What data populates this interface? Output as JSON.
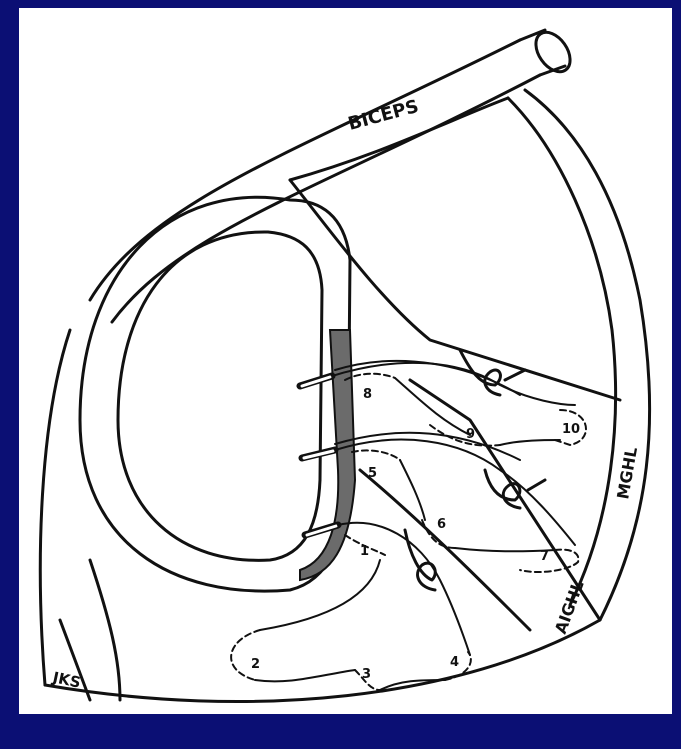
{
  "labels": {
    "biceps": "BICEPS",
    "mghl": "MGHL",
    "aighl": "AIGHL",
    "signature": "JKS"
  },
  "suture_numbers": [
    "1",
    "2",
    "3",
    "4",
    "5",
    "6",
    "7",
    "8",
    "9",
    "10"
  ],
  "colors": {
    "background": "#0b0f74",
    "paper": "#ffffff",
    "ink": "#111111",
    "labrum_shade": "#6b6b6b"
  }
}
